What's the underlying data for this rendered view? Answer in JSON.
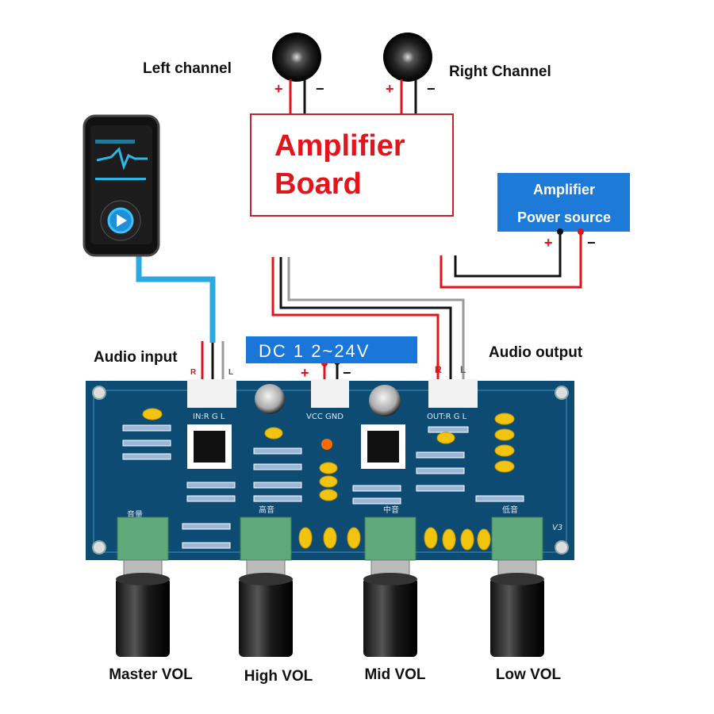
{
  "labels": {
    "left_channel": "Left channel",
    "right_channel": "Right Channel",
    "amplifier_board_line1": "Amplifier",
    "amplifier_board_line2": "Board",
    "power_source_line1": "Amplifier",
    "power_source_line2": "Power source",
    "audio_input": "Audio input",
    "audio_output": "Audio output",
    "dc_supply": "DC 1 2~24V",
    "plus": "+",
    "minus": "−",
    "wire_r": "R",
    "wire_l": "L"
  },
  "board_silkscreen": {
    "in_header": "IN:R  G  L",
    "power_header": "VCC  GND",
    "out_header": "OUT:R  G  L",
    "master": "音量",
    "high": "高音",
    "mid": "中音",
    "low": "低音",
    "version": "V3"
  },
  "knobs": [
    {
      "label": "Master VOL"
    },
    {
      "label": "High VOL"
    },
    {
      "label": "Mid VOL"
    },
    {
      "label": "Low VOL"
    }
  ],
  "colors": {
    "amp_text": "#e3141b",
    "amp_border": "#c0272d",
    "power_box": "#1e7ad8",
    "dc_box": "#1a76d9",
    "pcb": "#0d4b73",
    "wire_red": "#e0141b",
    "wire_black": "#111111",
    "wire_gray": "#9a9a9a",
    "audio_cable": "#2aa9e0"
  }
}
